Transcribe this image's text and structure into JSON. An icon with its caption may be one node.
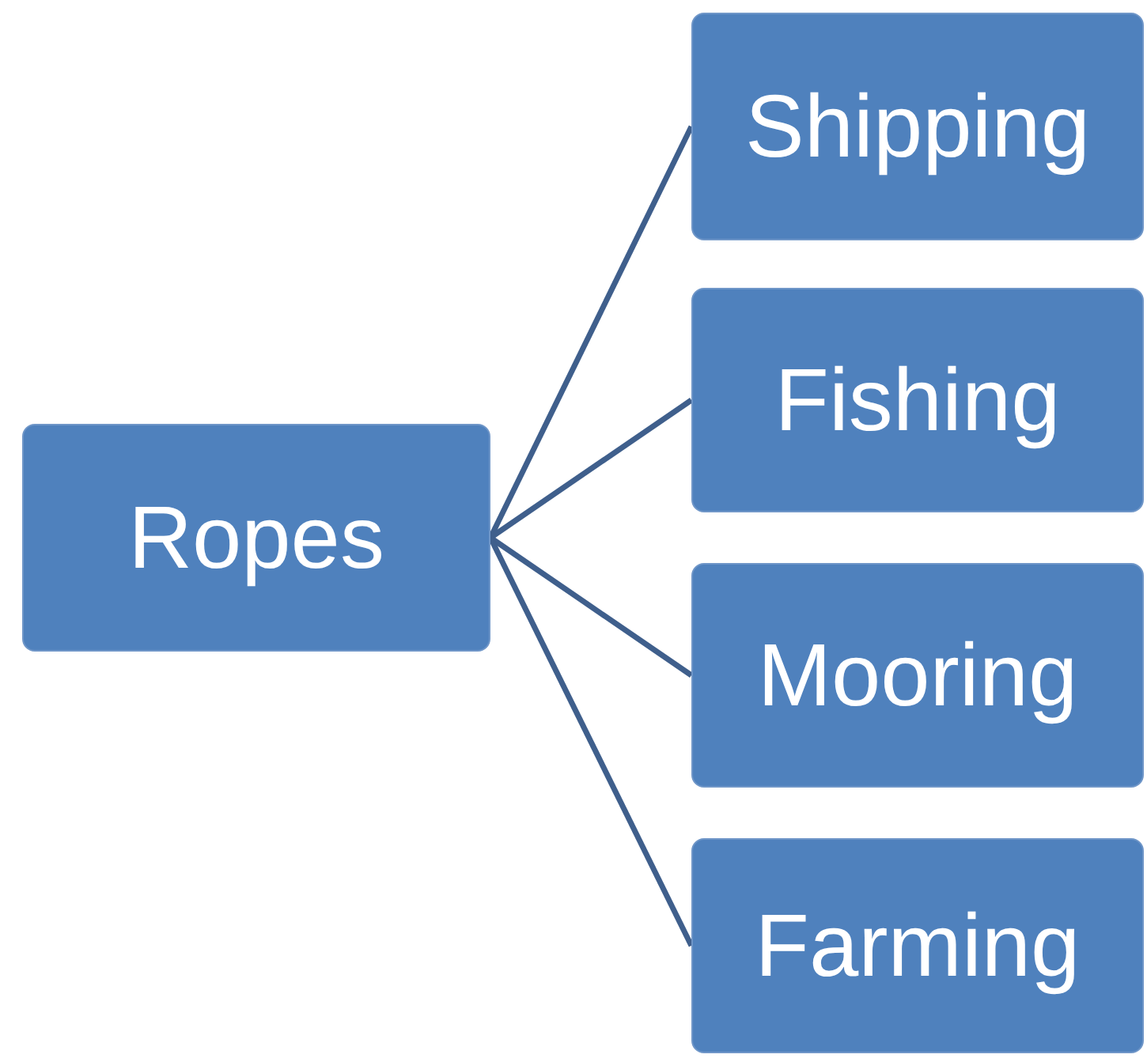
{
  "diagram": {
    "nodes": [
      {
        "text": [
          "Ropes"
        ]
      },
      {
        "text": [
          "Shipping"
        ]
      },
      {
        "text": [
          "Fishing"
        ]
      },
      {
        "text": [
          "Mooring"
        ]
      },
      {
        "text": [
          "Farming"
        ]
      }
    ],
    "edges": [
      {
        "from": 0,
        "to": 1,
        "arrow": "none"
      },
      {
        "from": 0,
        "to": 2,
        "arrow": "none"
      },
      {
        "from": 0,
        "to": 3,
        "arrow": "none"
      },
      {
        "from": 0,
        "to": 4,
        "arrow": "none"
      }
    ]
  }
}
